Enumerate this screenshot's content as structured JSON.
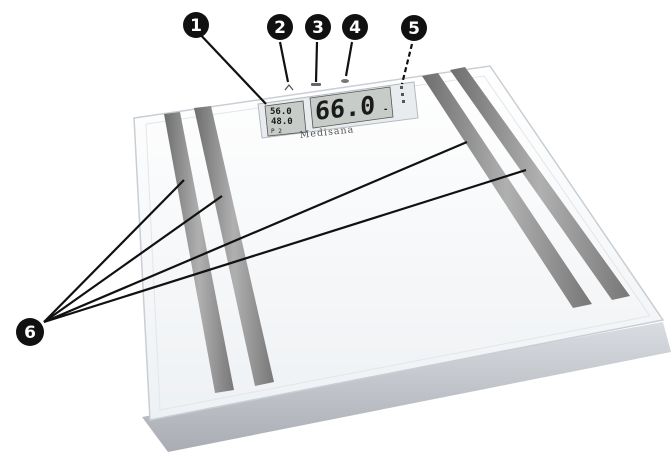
{
  "colors": {
    "callout": "#111111",
    "electrode": "#8a8a8a",
    "platform": "#f4f6f8",
    "lcd": "#c8ccc8"
  },
  "device": {
    "brand": "Medisana",
    "display": {
      "main_reading": "66.0",
      "main_unit": "-",
      "side_row1": "56.0",
      "side_row2": "48.0",
      "side_row3": "P 2"
    }
  },
  "callouts": [
    {
      "number": "1"
    },
    {
      "number": "2"
    },
    {
      "number": "3"
    },
    {
      "number": "4"
    },
    {
      "number": "5"
    },
    {
      "number": "6"
    }
  ]
}
